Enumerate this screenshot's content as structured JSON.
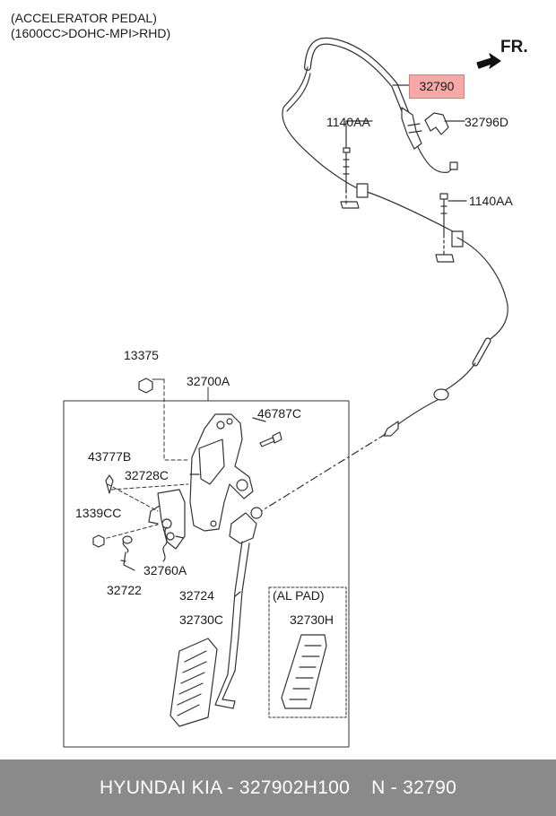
{
  "header": {
    "line1": "(ACCELERATOR PEDAL)",
    "line2": "(1600CC>DOHC-MPI>RHD)"
  },
  "direction_label": "FR.",
  "callouts": {
    "highlighted": "32790",
    "bracket": "32796D",
    "bolt_upper": "1140AA",
    "bolt_lower": "1140AA",
    "nut_top": "13375",
    "pedal_assy": "32700A",
    "bolt_46787c": "46787C",
    "clip_43777b": "43777B",
    "bush_32728c": "32728C",
    "nut_1339cc": "1339CC",
    "spring_32760a": "32760A",
    "spring_32722": "32722",
    "arm_32724": "32724",
    "pad_32730c": "32730C",
    "al_pad_label": "(AL PAD)",
    "pad_32730h": "32730H"
  },
  "footer": {
    "brand": "HYUNDAI  KIA - 327902H100",
    "ref": "N - 32790"
  },
  "colors": {
    "highlight": "#f7a9a8",
    "footer_bg": "#8a8a8a",
    "line": "#333333"
  }
}
